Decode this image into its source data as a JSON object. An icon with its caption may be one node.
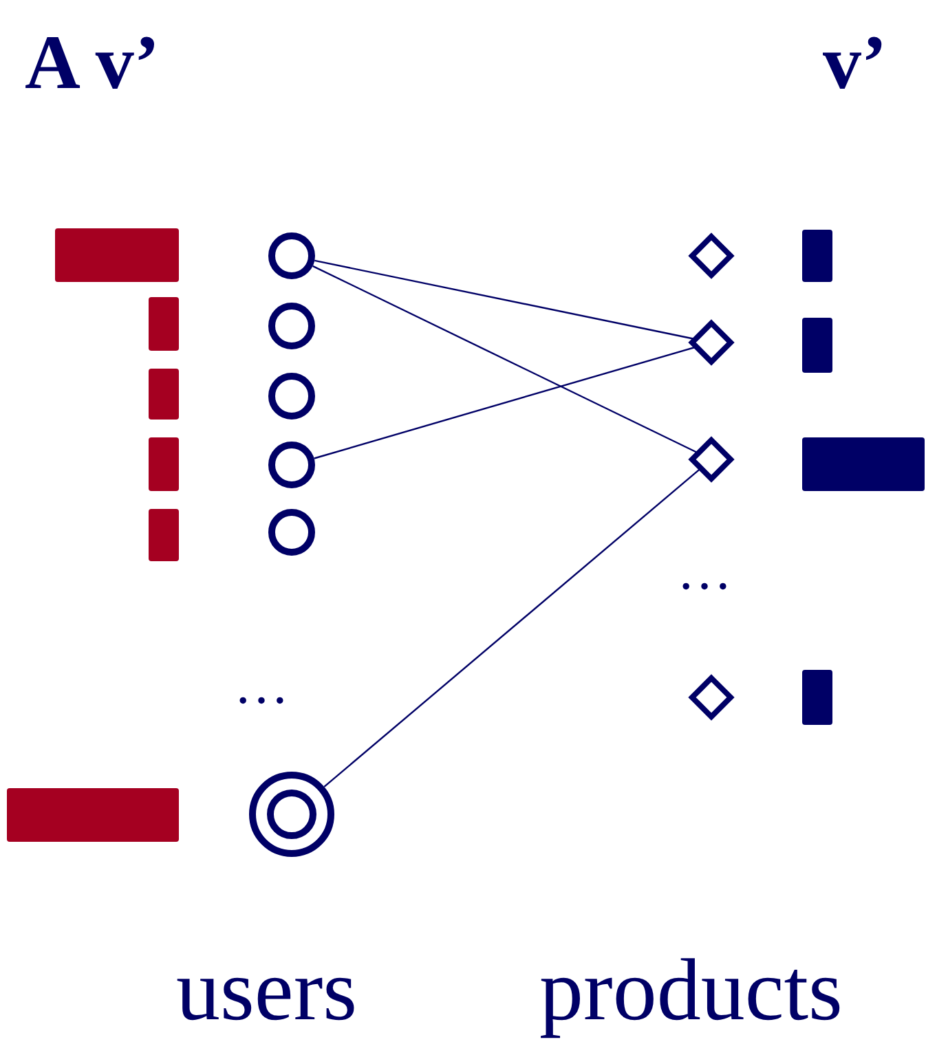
{
  "diagram": {
    "nodes": [
      {
        "text": [],
        "shape": "circle"
      },
      {
        "text": [],
        "shape": "circle"
      },
      {
        "text": [],
        "shape": "circle"
      },
      {
        "text": [],
        "shape": "circle"
      },
      {
        "text": [],
        "shape": "circle"
      },
      {
        "text": [],
        "shape": "circle"
      },
      {
        "text": [],
        "shape": "diamond"
      },
      {
        "text": [],
        "shape": "diamond"
      },
      {
        "text": [],
        "shape": "diamond"
      },
      {
        "text": [],
        "shape": "diamond"
      },
      {
        "text": [],
        "shape": "bar"
      },
      {
        "text": [],
        "shape": "bar"
      },
      {
        "text": [],
        "shape": "bar"
      },
      {
        "text": [],
        "shape": "bar"
      },
      {
        "text": [],
        "shape": "bar"
      },
      {
        "text": [],
        "shape": "bar"
      },
      {
        "text": [],
        "shape": "bar"
      },
      {
        "text": [],
        "shape": "bar"
      },
      {
        "text": [],
        "shape": "bar"
      },
      {
        "text": [],
        "shape": "bar"
      }
    ],
    "edges": [
      {
        "from": 0,
        "to": 7,
        "arrow": "none"
      },
      {
        "from": 0,
        "to": 8,
        "arrow": "none"
      },
      {
        "from": 3,
        "to": 7,
        "arrow": "none"
      },
      {
        "from": 5,
        "to": 8,
        "arrow": "none"
      }
    ],
    "labels": [
      "A v’",
      "v’",
      "…",
      "…",
      "users",
      "products"
    ]
  }
}
